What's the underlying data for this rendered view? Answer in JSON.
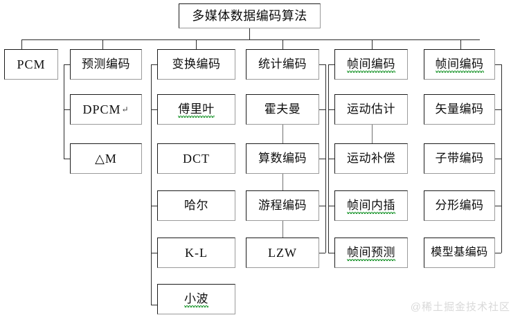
{
  "diagram": {
    "title": "多媒体数据编码算法",
    "watermark": "@稀土掘金技术社区",
    "columns": [
      {
        "name": "pcm",
        "head": "PCM",
        "items": [
          {
            "label": "PCM",
            "script": "latin"
          }
        ]
      },
      {
        "name": "predictive-coding",
        "head": "预测编码",
        "items": [
          {
            "label": "预测编码",
            "script": "cjk"
          },
          {
            "label": "DPCM",
            "script": "latin",
            "pilcrow": "↵"
          },
          {
            "label": "△M",
            "script": "latin"
          }
        ]
      },
      {
        "name": "transform-coding",
        "head": "变换编码",
        "items": [
          {
            "label": "变换编码",
            "script": "cjk"
          },
          {
            "label": "傅里叶",
            "script": "cjk",
            "squiggle": true
          },
          {
            "label": "DCT",
            "script": "latin"
          },
          {
            "label": "哈尔",
            "script": "cjk"
          },
          {
            "label": "K-L",
            "script": "latin"
          },
          {
            "label": "小波",
            "script": "cjk",
            "squiggle": true
          }
        ]
      },
      {
        "name": "statistical-coding",
        "head": "统计编码",
        "items": [
          {
            "label": "统计编码",
            "script": "cjk"
          },
          {
            "label": "霍夫曼",
            "script": "cjk"
          },
          {
            "label": "算数编码",
            "script": "cjk"
          },
          {
            "label": "游程编码",
            "script": "cjk"
          },
          {
            "label": "LZW",
            "script": "latin"
          }
        ]
      },
      {
        "name": "intraframe-coding",
        "head": "帧间编码",
        "items": [
          {
            "label": "帧间编码",
            "script": "cjk",
            "squiggle": true
          },
          {
            "label": "运动估计",
            "script": "cjk"
          },
          {
            "label": "运动补偿",
            "script": "cjk"
          },
          {
            "label": "帧间内插",
            "script": "cjk",
            "squiggle": true
          },
          {
            "label": "帧间预测",
            "script": "cjk",
            "squiggle": true
          }
        ]
      },
      {
        "name": "interframe-coding",
        "head": "帧间编码",
        "items": [
          {
            "label": "帧间编码",
            "script": "cjk",
            "squiggle": true
          },
          {
            "label": "矢量编码",
            "script": "cjk"
          },
          {
            "label": "子带编码",
            "script": "cjk"
          },
          {
            "label": "分形编码",
            "script": "cjk"
          },
          {
            "label": "模型基编码",
            "script": "cjk"
          }
        ]
      }
    ]
  }
}
